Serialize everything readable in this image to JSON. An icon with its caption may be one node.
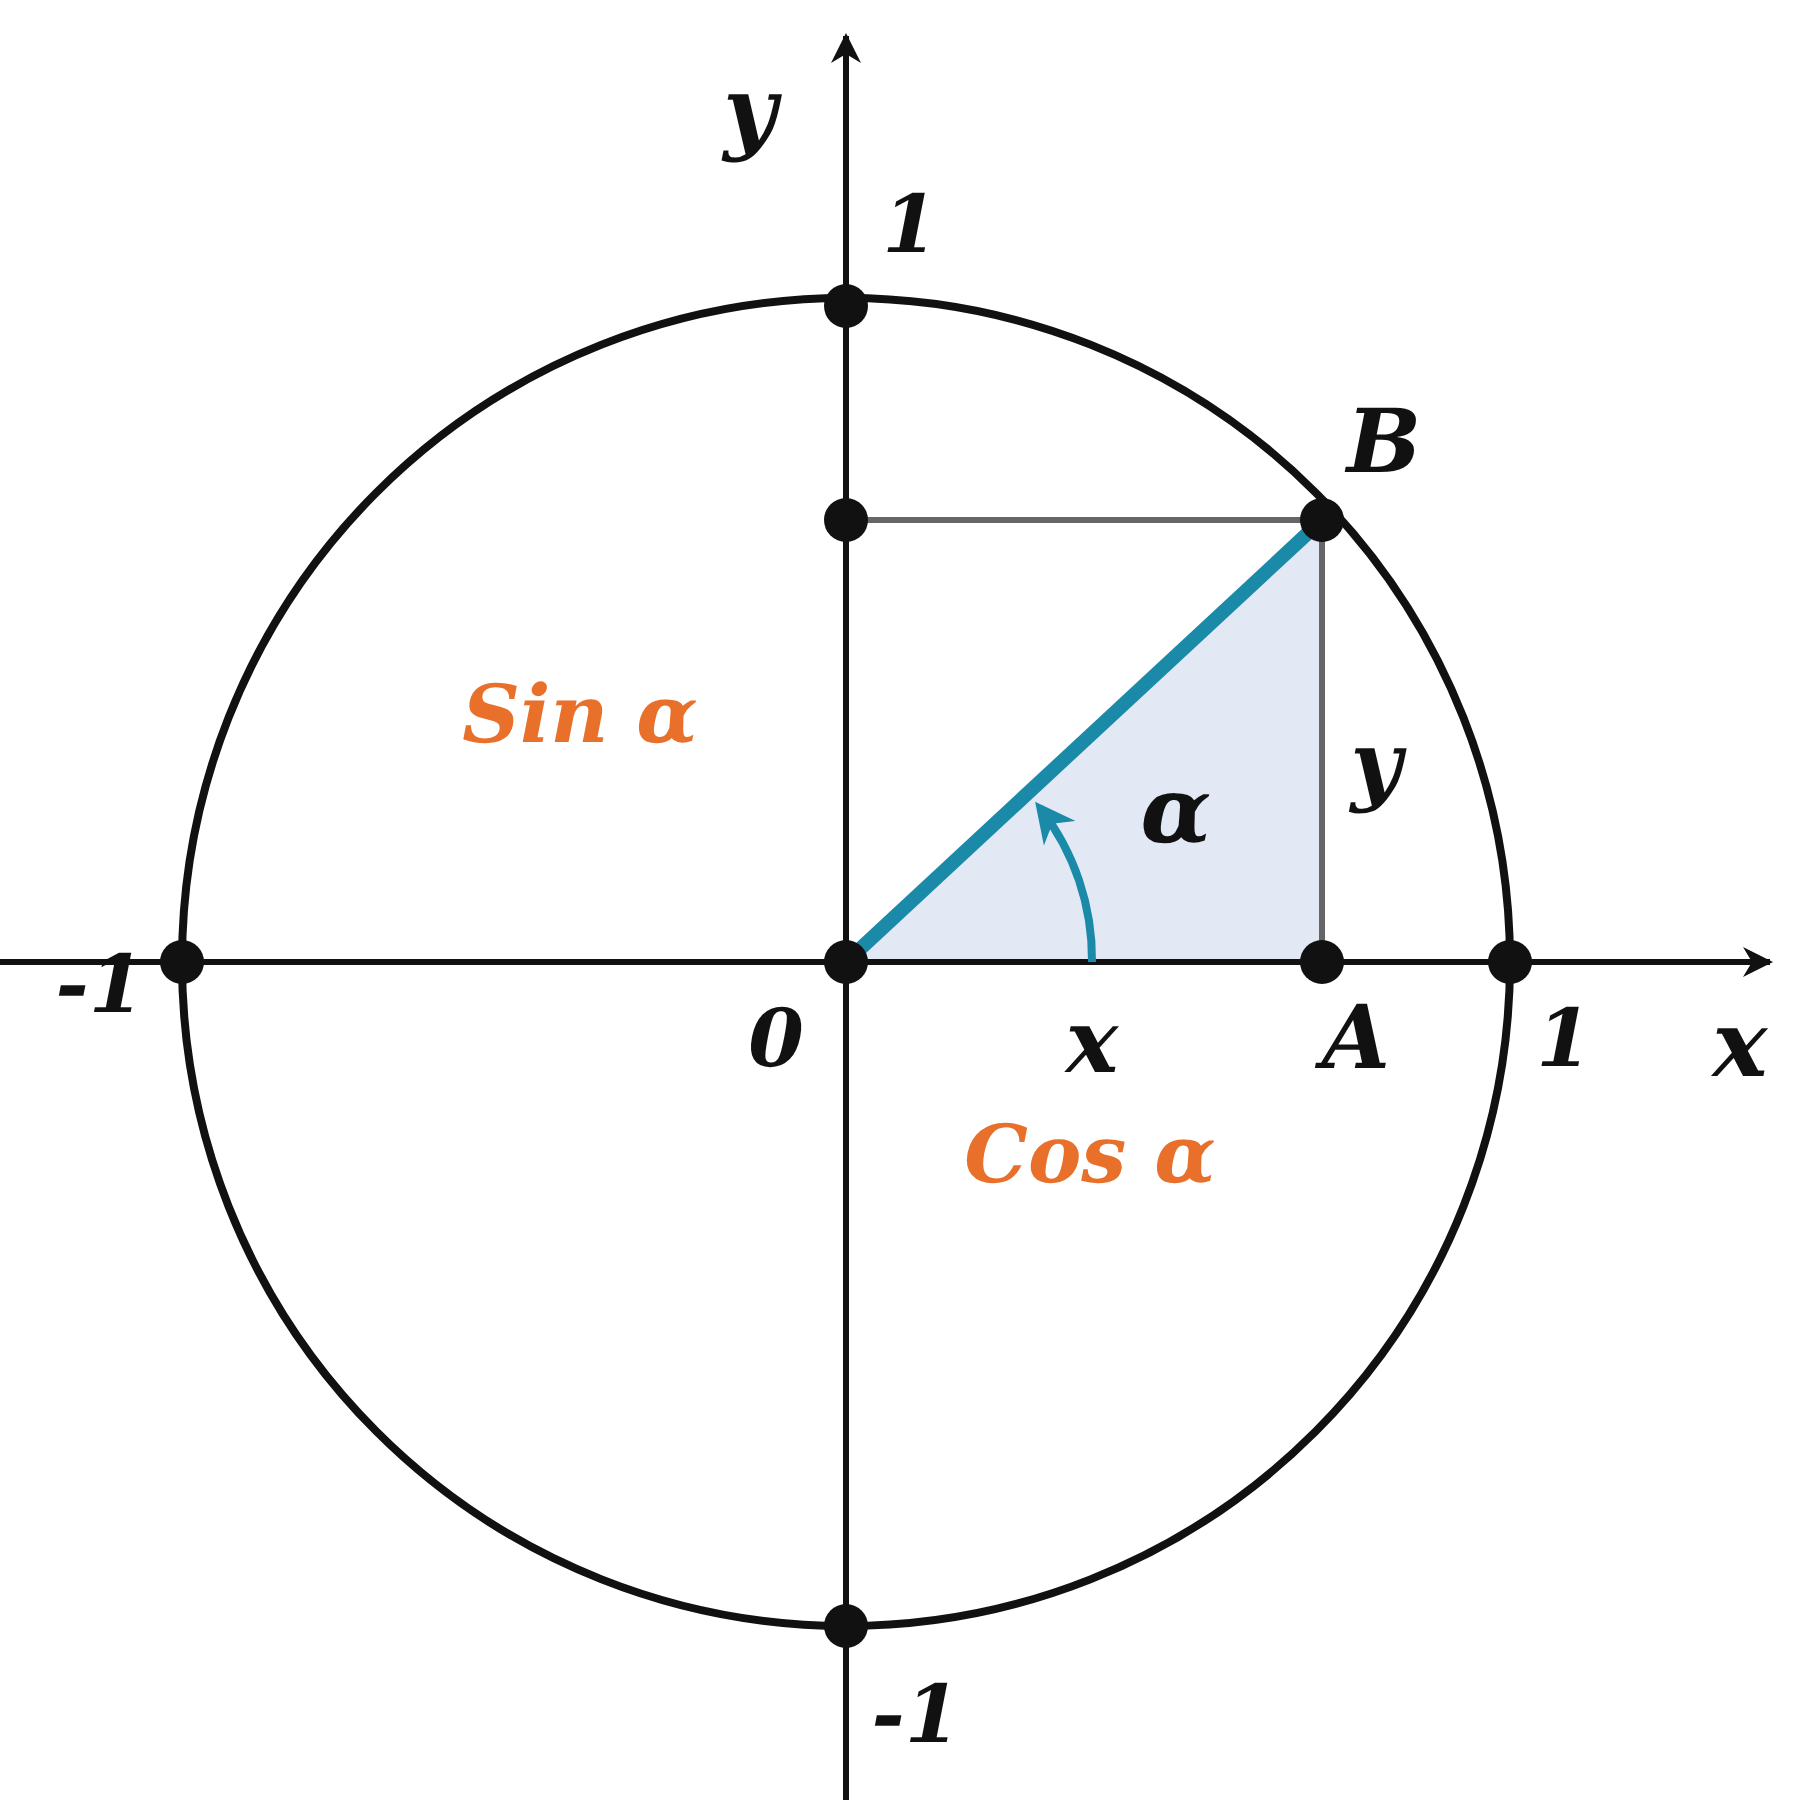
{
  "diagram": {
    "labels": [
      "y",
      "1",
      "B",
      "Sin α",
      "y",
      "α",
      "-1",
      "0",
      "x",
      "A",
      "1",
      "x",
      "Cos α",
      "-1"
    ]
  }
}
